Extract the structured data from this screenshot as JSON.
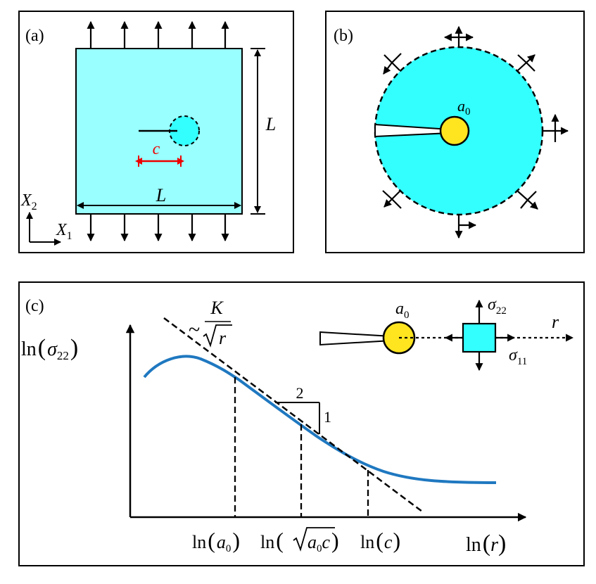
{
  "colors": {
    "cyan_light": "#99FFFF",
    "cyan": "#33FFFF",
    "yellow": "#FFE51F",
    "blue_curve": "#1F78C0",
    "red": "#EE0000",
    "black": "#000000"
  },
  "panel_a": {
    "label": "(a)",
    "length_label_right": "L",
    "length_label_bottom": "L",
    "crack_length_label": "c",
    "axis_x_label": "X",
    "axis_x_sub": "1",
    "axis_y_label": "X",
    "axis_y_sub": "2"
  },
  "panel_b": {
    "label": "(b)",
    "tip_label": "a",
    "tip_sub": "0"
  },
  "panel_c": {
    "label": "(c)",
    "y_axis_label": {
      "pre": "ln",
      "lp": "(",
      "sym": "σ",
      "sub": "22",
      "rp": ")"
    },
    "x_axis_label": {
      "pre": "ln",
      "lp": "(",
      "sym": "r",
      "rp": ")"
    },
    "asymptote_label": {
      "tilde": "~",
      "numer": "K",
      "denom": "r"
    },
    "slope_run": "2",
    "slope_rise": "1",
    "tick_labels": [
      {
        "pre": "ln",
        "lp": "(",
        "sym": "a",
        "sub": "0",
        "rp": ")"
      },
      {
        "pre": "ln",
        "lp": "(",
        "sym": "a",
        "sub": "0",
        "tail": "c",
        "rp": ")"
      },
      {
        "pre": "ln",
        "lp": "(",
        "sym": "c",
        "rp": ")"
      }
    ],
    "inset": {
      "tip_label": "a",
      "tip_sub": "0",
      "sigma22": {
        "sym": "σ",
        "sub": "22"
      },
      "sigma11": {
        "sym": "σ",
        "sub": "11"
      },
      "r_label": "r"
    }
  }
}
